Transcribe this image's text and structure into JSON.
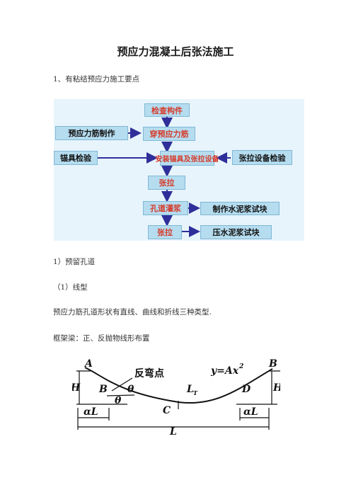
{
  "title": "预应力混凝土后张法施工",
  "section1": "1、有粘结预应力施工要点",
  "flowchart": {
    "check": "检查构件",
    "tendon_make": "预应力筋制作",
    "thread": "穿预应力筋",
    "anchor_check": "锚具检验",
    "install": "安装锚具及张拉设备",
    "equip_check": "张拉设备检验",
    "tension1": "张拉",
    "grout": "孔道灌浆",
    "cube_make": "制作水泥浆试块",
    "tension2": "张拉",
    "cube_press": "压水泥浆试块"
  },
  "sub1": "1）预留孔道",
  "sub1_1": "（1）线型",
  "line_text": "预应力筋孔道形状有直线、曲线和折线三种类型.",
  "frame_text": "框架梁：正、反抛物线形布置",
  "figure": {
    "A": "A",
    "B": "B",
    "C": "C",
    "D": "D",
    "B2": "B",
    "inflection": "反弯点",
    "equation": "y=Ax",
    "eq_exp": "2",
    "theta": "θ",
    "LT": "L",
    "LT_sub": "T",
    "H": "H",
    "aL": "αL",
    "L": "L"
  }
}
